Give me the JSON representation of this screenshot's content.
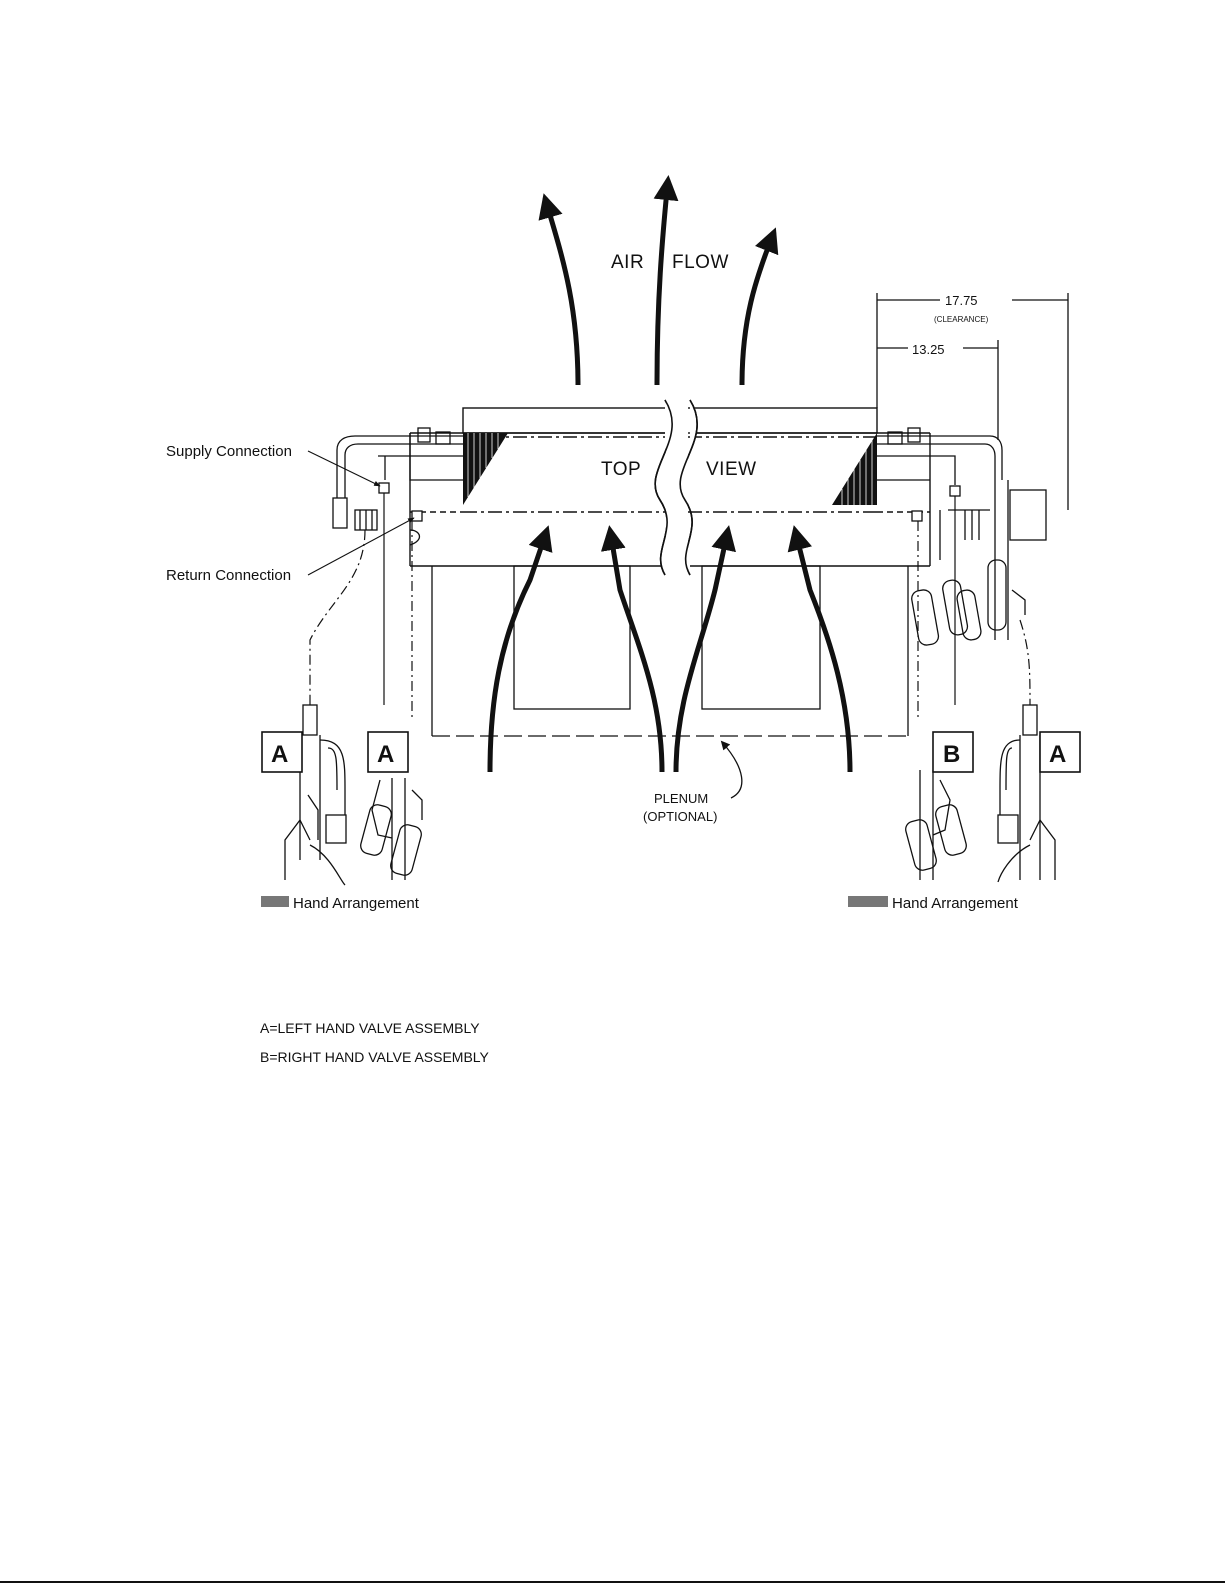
{
  "diagram": {
    "air_flow": {
      "word1": "AIR",
      "word2": "FLOW"
    },
    "view_label": {
      "word1": "TOP",
      "word2": "VIEW"
    },
    "supply_connection": "Supply Connection",
    "return_connection": "Return Connection",
    "plenum": {
      "line1": "PLENUM",
      "line2": "(OPTIONAL)"
    },
    "dimensions": {
      "clearance_value": "17.75",
      "clearance_note": "(CLEARANCE)",
      "inner_value": "13.25"
    },
    "valve_boxes": [
      "A",
      "A",
      "B",
      "A"
    ],
    "left_arrangement": "Hand Arrangement",
    "right_arrangement": "Hand Arrangement"
  },
  "legend": {
    "item_a": "A=LEFT HAND VALVE ASSEMBLY",
    "item_b": "B=RIGHT HAND VALVE ASSEMBLY"
  }
}
